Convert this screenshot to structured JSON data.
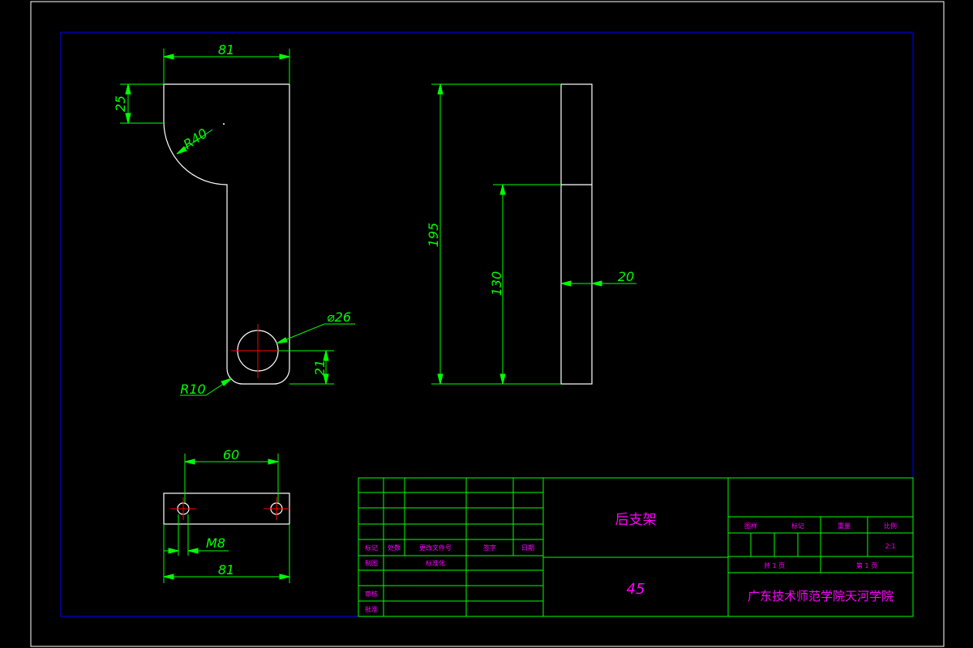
{
  "drawing": {
    "colors": {
      "background": "#000000",
      "geometry": "#ffffff",
      "dimension": "#00ff00",
      "centerline": "#ff0000",
      "frame": "#0000ff",
      "titleblock_text": "#ff00ff"
    },
    "front_view": {
      "dim_width": "81",
      "dim_top_height": "25",
      "dim_radius_large": "R40",
      "dim_hole_diameter": "⌀26",
      "dim_radius_small": "R10",
      "dim_hole_height": "21"
    },
    "side_view": {
      "dim_total_height": "195",
      "dim_lower_height": "130",
      "dim_thickness": "20"
    },
    "bottom_view": {
      "dim_hole_spacing": "60",
      "dim_thread": "M8",
      "dim_width": "81"
    },
    "title_block": {
      "part_name": "后支架",
      "material": "45",
      "school": "广东技术师范学院天河学院",
      "rev_headers": [
        "标记",
        "处数",
        "更改文件号",
        "签字",
        "日期"
      ],
      "label_design": "制图",
      "label_standard": "标准化",
      "label_review": "审核",
      "label_approve": "批准",
      "stage_label": "图样",
      "mark_label": "标记",
      "weight_label": "重量",
      "scale_label": "比例",
      "scale_value": "2:1",
      "sheets_total": "共 1 页",
      "sheet_number": "第 1 页"
    }
  }
}
